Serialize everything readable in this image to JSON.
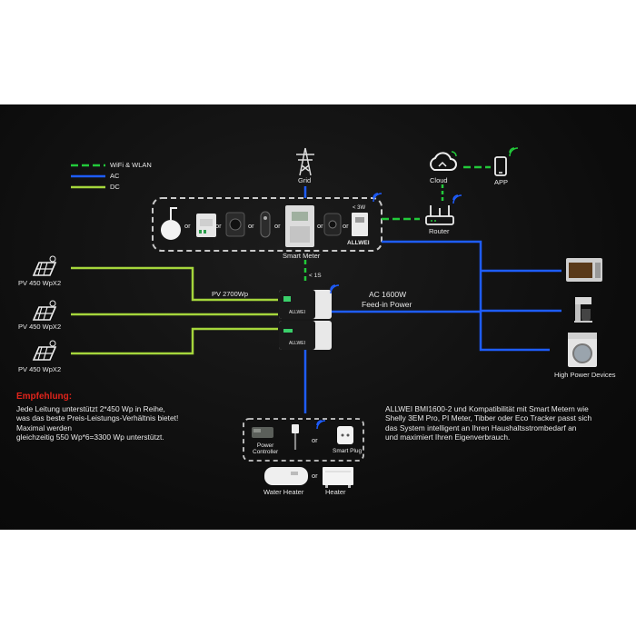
{
  "legend": {
    "wifi": "WiFi & WLAN",
    "ac": "AC",
    "dc": "DC"
  },
  "colors": {
    "wifi": "#22c93a",
    "ac": "#1e5dff",
    "dc": "#a5d63c",
    "warning": "#e0241b"
  },
  "nodes": {
    "grid": "Grid",
    "cloud": "Cloud",
    "app": "APP",
    "router": "Router",
    "smart_meter": "Smart Meter",
    "allwei": "ALLWEI",
    "power_3w": "< 3W",
    "or": "or",
    "pv_1": "PV 450 WpX2",
    "pv_2": "PV 450 WpX2",
    "pv_3": "PV 450 WpX2",
    "pv_total": "PV 2700Wp",
    "latency": "< 1S",
    "ac_feed_line1": "AC 1600W",
    "ac_feed_line2": "Feed-in Power",
    "high_power_devices": "High Power Devices",
    "power_controller": "Power\nController",
    "smart_plug": "Smart Plug",
    "water_heater": "Water Heater",
    "heater": "Heater",
    "inverter_brand": "ALLWEI"
  },
  "recommendation": {
    "title": "Empfehlung:",
    "text": "Jede Leitung unterstützt 2*450 Wp in Reihe,\nwas das beste Preis-Leistungs-Verhältnis bietet!\nMaximal werden\ngleichzeitig 550 Wp*6=3300 Wp unterstützt."
  },
  "description": "ALLWEI BMI1600-2 und Kompatibilität mit Smart Metern wie\nShelly 3EM Pro, PI Meter, Tibber oder Eco Tracker passt sich\ndas System intelligent an Ihren Haushaltsstrombedarf an\nund maximiert Ihren Eigenverbrauch.",
  "icons": [
    "tower-icon",
    "cloud-icon",
    "phone-icon",
    "router-icon",
    "wifi-icon",
    "solar-panel-icon",
    "oven-icon",
    "coffee-machine-icon",
    "washing-machine-icon",
    "inverter-icon",
    "meter-icon",
    "plug-icon",
    "heater-icon",
    "water-heater-icon"
  ]
}
